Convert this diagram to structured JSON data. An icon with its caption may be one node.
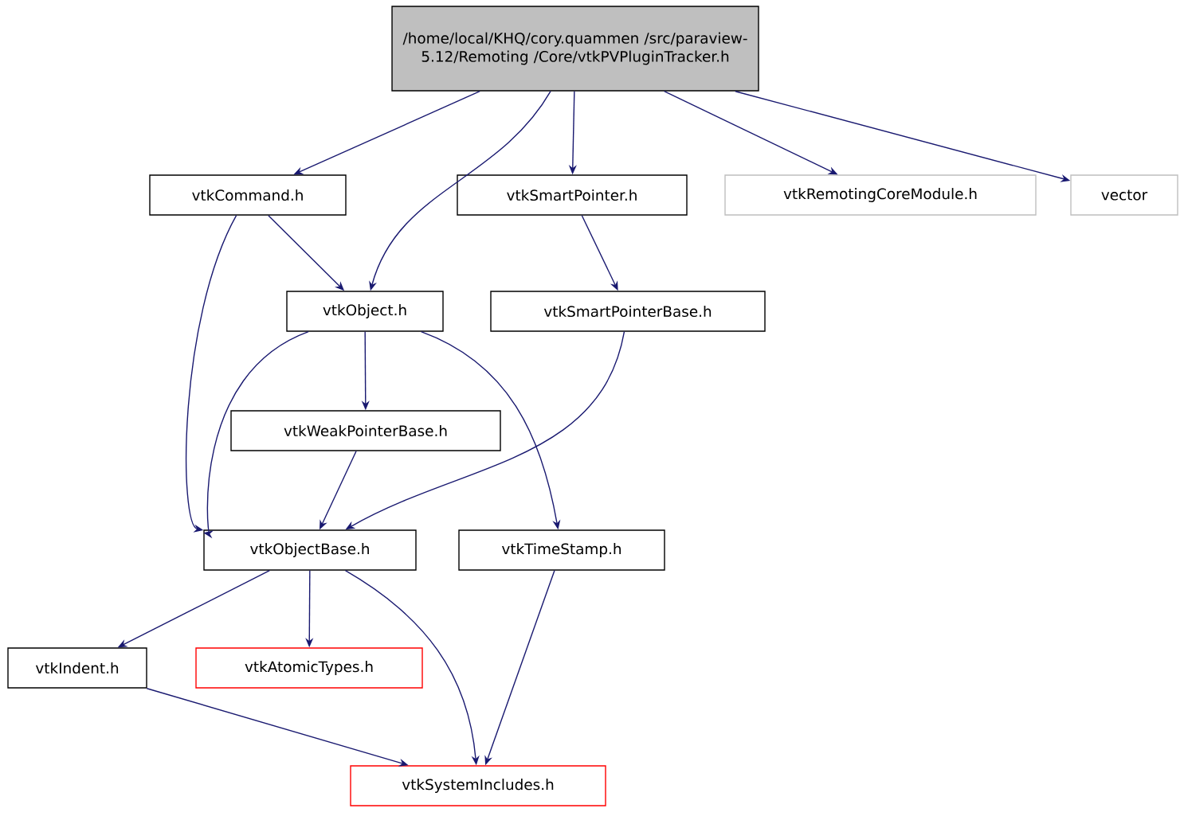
{
  "diagram": {
    "nodes": [
      {
        "text": [
          "/home/local/KHQ/cory.quammen /src/paraview-5.12/Remoting /Core/vtkPVPluginTracker.h"
        ]
      },
      {
        "text": [
          "vtkCommand.h"
        ]
      },
      {
        "text": [
          "vtkObject.h"
        ]
      },
      {
        "text": [
          "vtkSmartPointer.h"
        ]
      },
      {
        "text": [
          "vtkRemotingCoreModule.h"
        ]
      },
      {
        "text": [
          "vector"
        ]
      },
      {
        "text": [
          "vtkSmartPointerBase.h"
        ]
      },
      {
        "text": [
          "vtkWeakPointerBase.h"
        ]
      },
      {
        "text": [
          "vtkObjectBase.h"
        ]
      },
      {
        "text": [
          "vtkTimeStamp.h"
        ]
      },
      {
        "text": [
          "vtkIndent.h"
        ]
      },
      {
        "text": [
          "vtkAtomicTypes.h"
        ]
      },
      {
        "text": [
          "vtkSystemIncludes.h"
        ]
      }
    ],
    "edges": [
      {
        "from": 0,
        "to": 1,
        "arrow": "to"
      },
      {
        "from": 0,
        "to": 2,
        "arrow": "to"
      },
      {
        "from": 0,
        "to": 3,
        "arrow": "to"
      },
      {
        "from": 0,
        "to": 4,
        "arrow": "to"
      },
      {
        "from": 0,
        "to": 5,
        "arrow": "to"
      },
      {
        "from": 1,
        "to": 2,
        "arrow": "to"
      },
      {
        "from": 1,
        "to": 8,
        "arrow": "to"
      },
      {
        "from": 2,
        "to": 8,
        "arrow": "to"
      },
      {
        "from": 2,
        "to": 7,
        "arrow": "to"
      },
      {
        "from": 2,
        "to": 9,
        "arrow": "to"
      },
      {
        "from": 3,
        "to": 6,
        "arrow": "to"
      },
      {
        "from": 6,
        "to": 8,
        "arrow": "to"
      },
      {
        "from": 7,
        "to": 8,
        "arrow": "to"
      },
      {
        "from": 8,
        "to": 10,
        "arrow": "to"
      },
      {
        "from": 8,
        "to": 11,
        "arrow": "to"
      },
      {
        "from": 8,
        "to": 12,
        "arrow": "to"
      },
      {
        "from": 9,
        "to": 12,
        "arrow": "to"
      },
      {
        "from": 10,
        "to": 12,
        "arrow": "to"
      }
    ]
  }
}
